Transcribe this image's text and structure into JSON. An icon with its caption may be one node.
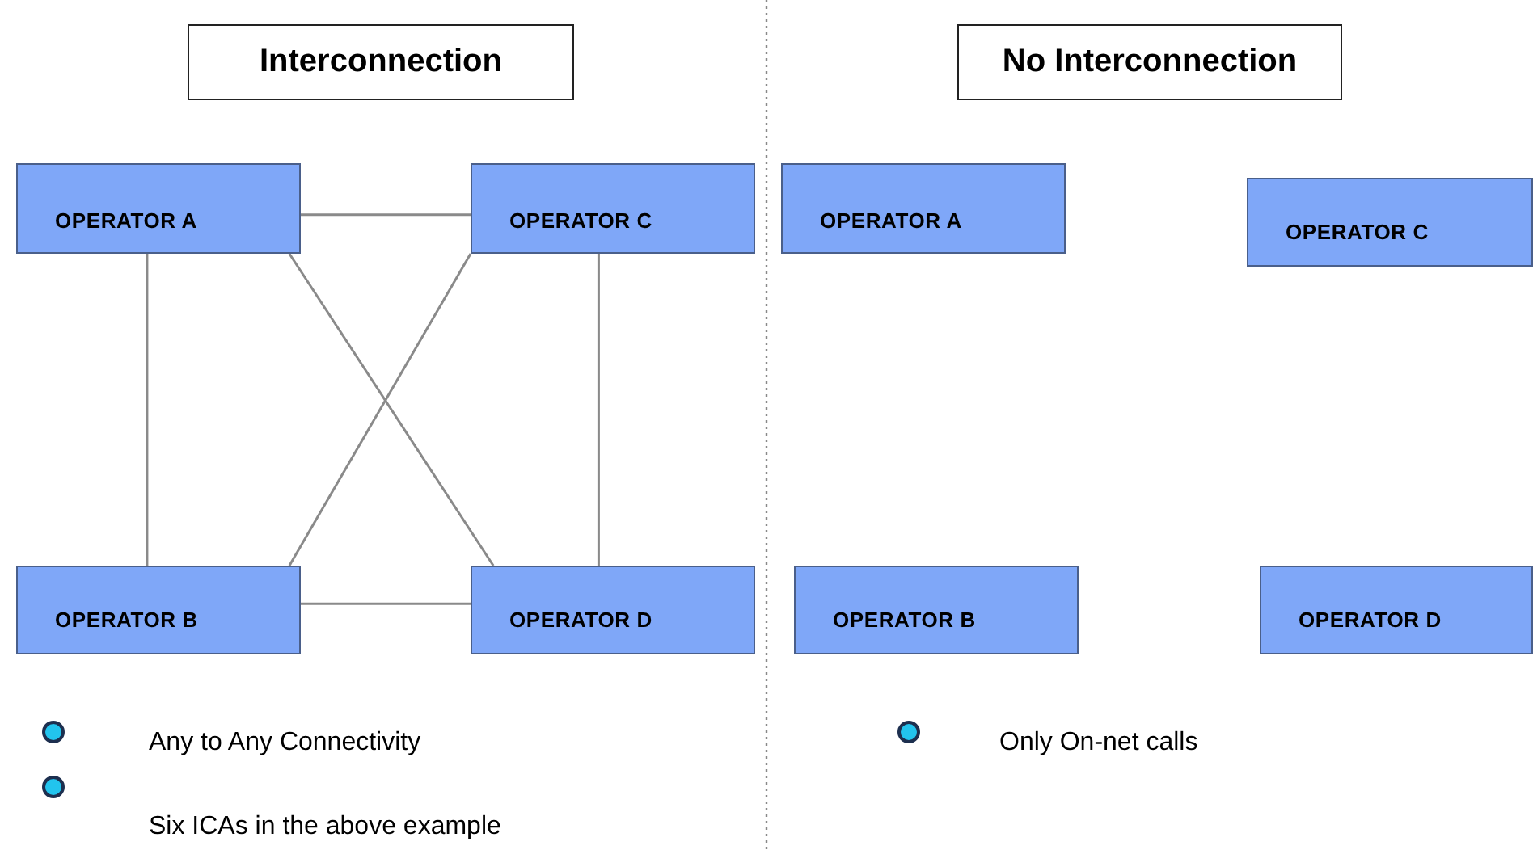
{
  "diagram": {
    "nodes": [
      {
        "text": [
          "Interconnection"
        ]
      },
      {
        "text": [
          "OPERATOR A"
        ]
      },
      {
        "text": [
          "OPERATOR C"
        ]
      },
      {
        "text": [
          "OPERATOR B"
        ]
      },
      {
        "text": [
          "OPERATOR D"
        ]
      },
      {
        "text": [
          "No Interconnection"
        ]
      },
      {
        "text": [
          "OPERATOR A"
        ]
      },
      {
        "text": [
          "OPERATOR C"
        ]
      },
      {
        "text": [
          "OPERATOR B"
        ]
      },
      {
        "text": [
          "OPERATOR D"
        ]
      }
    ],
    "edges": [
      {
        "from": 1,
        "to": 2,
        "arrow": "none"
      },
      {
        "from": 1,
        "to": 3,
        "arrow": "none"
      },
      {
        "from": 1,
        "to": 4,
        "arrow": "none"
      },
      {
        "from": 2,
        "to": 3,
        "arrow": "none"
      },
      {
        "from": 2,
        "to": 4,
        "arrow": "none"
      },
      {
        "from": 3,
        "to": 4,
        "arrow": "none"
      }
    ],
    "labels": [
      "Any to Any Connectivity",
      "Only On-net calls",
      "Six ICAs in the above example"
    ]
  }
}
